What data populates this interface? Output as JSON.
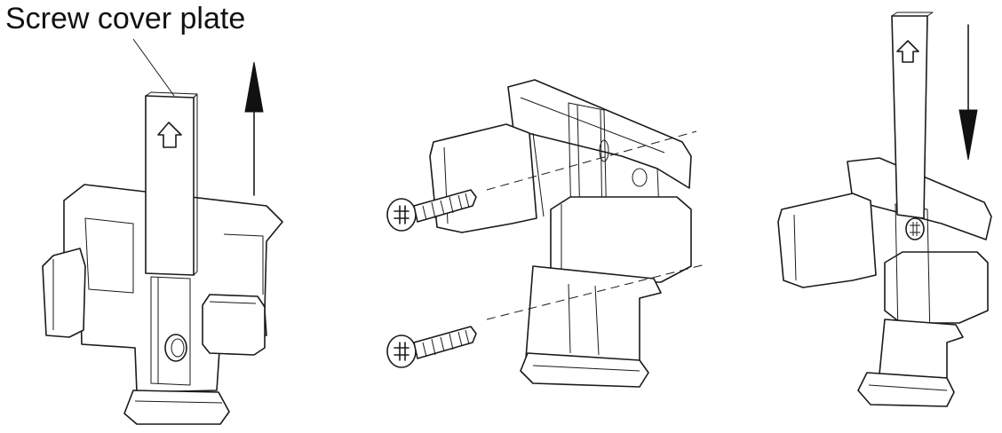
{
  "callout": {
    "label": "Screw cover plate"
  },
  "steps": [
    {
      "id": "step-1",
      "arrow_direction": "up"
    },
    {
      "id": "step-2",
      "screws": 2
    },
    {
      "id": "step-3",
      "arrow_direction": "down"
    }
  ],
  "colors": {
    "line": "#1a1a1a",
    "background": "#ffffff"
  }
}
